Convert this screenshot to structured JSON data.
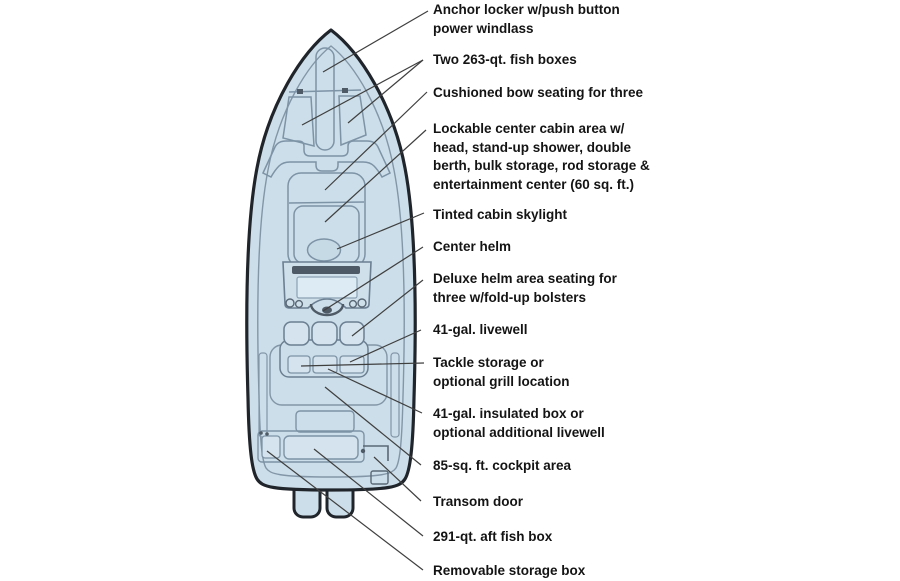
{
  "figure": {
    "name": "boat deck plan top view",
    "colors": {
      "hull_fill": "#ccdee9",
      "hull_outline": "#20242b",
      "detail_line": "#7d93a6",
      "dark_detail": "#4e5a66",
      "leader_line": "#3f3f3f",
      "label_text": "#141414"
    }
  },
  "callouts": [
    {
      "id": "anchor-locker",
      "text": "Anchor locker w/push button\npower windlass"
    },
    {
      "id": "fish-boxes",
      "text": "Two 263-qt. fish boxes"
    },
    {
      "id": "bow-seating",
      "text": "Cushioned bow seating for three"
    },
    {
      "id": "cabin",
      "text": "Lockable center cabin area w/\nhead, stand-up shower, double\nberth, bulk storage, rod storage &\nentertainment center (60 sq. ft.)"
    },
    {
      "id": "skylight",
      "text": "Tinted cabin skylight"
    },
    {
      "id": "center-helm",
      "text": "Center helm"
    },
    {
      "id": "helm-seating",
      "text": "Deluxe helm area seating for\nthree w/fold-up bolsters"
    },
    {
      "id": "livewell",
      "text": "41-gal. livewell"
    },
    {
      "id": "tackle-storage",
      "text": "Tackle storage or\noptional grill location"
    },
    {
      "id": "insulated-box",
      "text": "41-gal. insulated box or\noptional additional livewell"
    },
    {
      "id": "cockpit-area",
      "text": "85-sq. ft. cockpit area"
    },
    {
      "id": "transom-door",
      "text": "Transom door"
    },
    {
      "id": "aft-fish-box",
      "text": "291-qt. aft fish box"
    },
    {
      "id": "storage-box",
      "text": "Removable storage box"
    }
  ]
}
